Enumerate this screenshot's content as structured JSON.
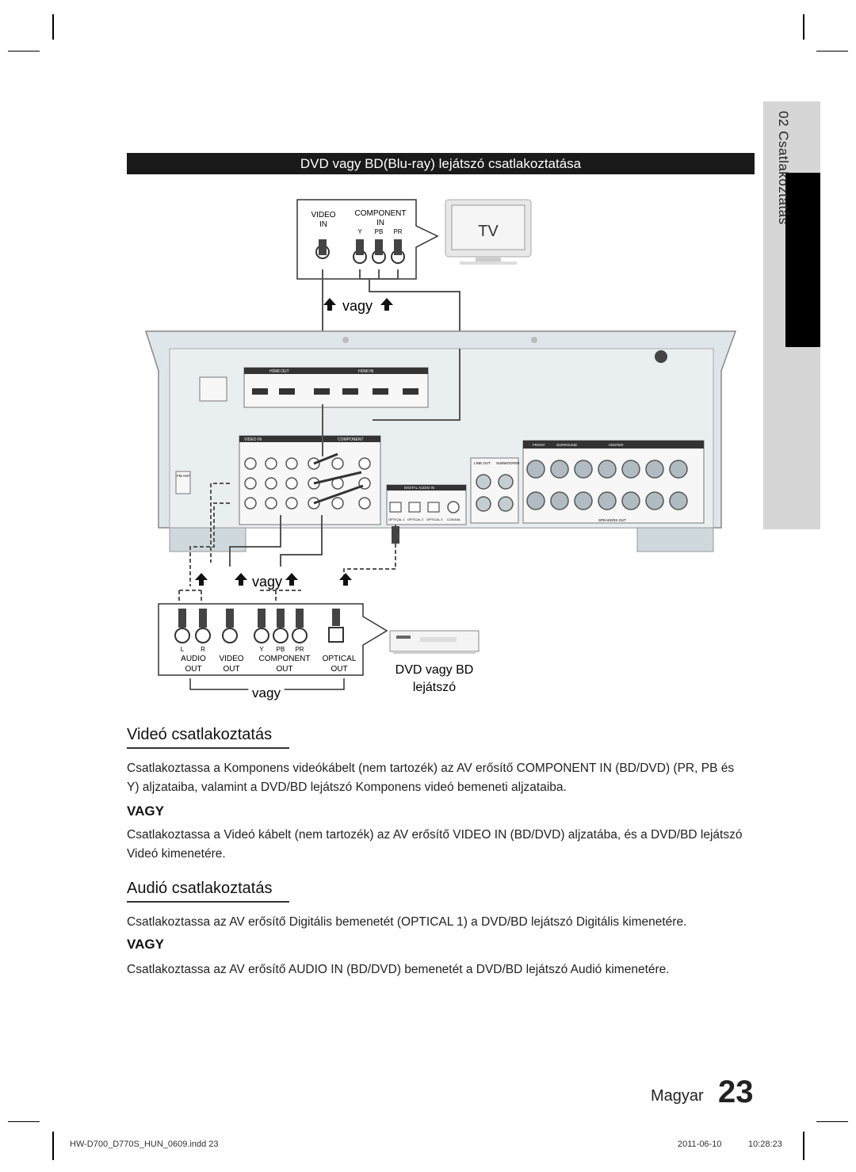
{
  "side_tab": {
    "label": "02  Csatlakoztatás"
  },
  "banner": "DVD vagy BD(Blu-ray) lejátszó csatlakoztatása",
  "diagram": {
    "tv_panel": {
      "video_in": "VIDEO\nIN",
      "video_label": "VIDEO",
      "in_label": "IN",
      "component": "COMPONENT",
      "component_in": "IN",
      "jacks": [
        "Y",
        "PB",
        "PR"
      ]
    },
    "tv_label": "TV",
    "vagy_top": "vagy",
    "vagy_mid": "vagy",
    "vagy_bottom": "vagy",
    "player_jacks": {
      "l": "L",
      "r": "R",
      "y": "Y",
      "pb": "PB",
      "pr": "PR"
    },
    "player_outputs": [
      {
        "name": "AUDIO",
        "sub": "OUT"
      },
      {
        "name": "VIDEO",
        "sub": "OUT"
      },
      {
        "name": "COMPONENT",
        "sub": "OUT"
      },
      {
        "name": "OPTICAL",
        "sub": "OUT"
      }
    ],
    "player_label_1": "DVD vagy BD",
    "player_label_2": "lejátszó",
    "rear_panel": {
      "hdmi_out": "HDMI OUT",
      "hdmi_in": "HDMI IN",
      "video_in": "VIDEO IN",
      "component": "COMPONENT",
      "digital_audio_in": "DIGITAL AUDIO IN",
      "speakers_out": "SPEAKERS OUT",
      "fm_ant": "FM ANT",
      "line_out": "LINE OUT",
      "subwoofer": "SUBWOOFER",
      "front": "FRONT",
      "surround": "SURROUND",
      "center": "CENTER",
      "optical_1": "OPTICAL 1",
      "optical_2": "OPTICAL 2",
      "optical_3": "OPTICAL 3",
      "coaxial": "COAXIAL"
    }
  },
  "section_video": {
    "title": "Videó csatlakoztatás",
    "p1": "Csatlakoztassa a Komponens videókábelt (nem tartozék) az AV erősítő COMPONENT IN (BD/DVD) (PR, PB és Y) aljzataiba, valamint a DVD/BD lejátszó Komponens videó bemeneti aljzataiba.",
    "vagy": "VAGY",
    "p2": "Csatlakoztassa a Videó kábelt (nem tartozék) az AV erősítő VIDEO IN (BD/DVD) aljzatába, és a DVD/BD lejátszó Videó kimenetére."
  },
  "section_audio": {
    "title": "Audió csatlakoztatás",
    "p1": "Csatlakoztassa az AV erősítő Digitális bemenetét (OPTICAL 1) a DVD/BD lejátszó Digitális kimenetére.",
    "vagy": "VAGY",
    "p2": "Csatlakoztassa az AV erősítő AUDIO IN (BD/DVD) bemenetét a DVD/BD lejátszó Audió kimenetére."
  },
  "page": {
    "language": "Magyar",
    "number": "23"
  },
  "footer": {
    "file": "HW-D700_D770S_HUN_0609.indd   23",
    "date": "2011-06-10",
    "time": "10:28:23"
  }
}
